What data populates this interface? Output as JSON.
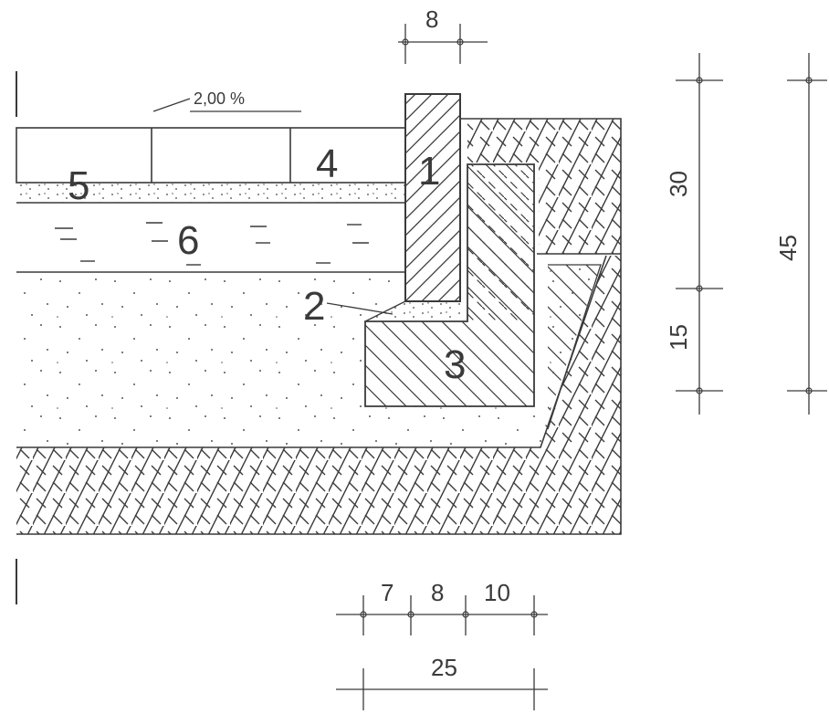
{
  "slope": {
    "text": "2,00 %"
  },
  "parts": {
    "p1": "1",
    "p2": "2",
    "p3": "3",
    "p4": "4",
    "p5": "5",
    "p6": "6"
  },
  "dimensions": {
    "top_width": "8",
    "height_upper": "30",
    "height_lower": "15",
    "height_total": "45",
    "bottom_a": "7",
    "bottom_b": "8",
    "bottom_c": "10",
    "bottom_total": "25"
  }
}
